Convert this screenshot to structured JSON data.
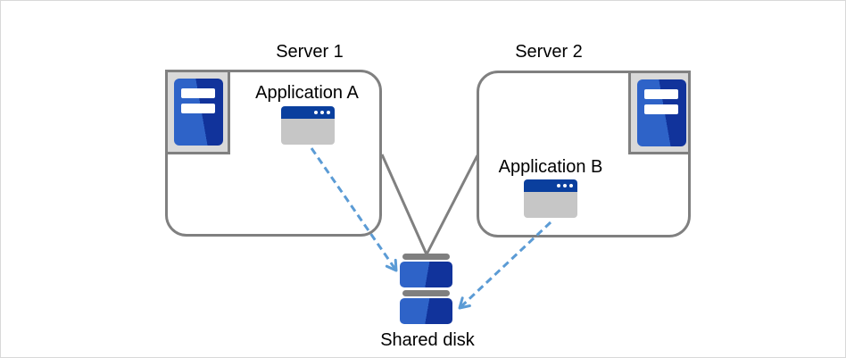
{
  "nodes": {
    "server1": {
      "label": "Server 1"
    },
    "server2": {
      "label": "Server 2"
    },
    "app_a": {
      "label": "Application A"
    },
    "app_b": {
      "label": "Application B"
    },
    "shared_disk": {
      "label": "Shared disk"
    }
  },
  "edges": [
    {
      "from": "server1",
      "to": "shared_disk",
      "style": "solid-gray-line"
    },
    {
      "from": "server2",
      "to": "shared_disk",
      "style": "solid-gray-line"
    },
    {
      "from": "app_a",
      "to": "shared_disk",
      "style": "dashed-blue-arrow"
    },
    {
      "from": "app_b",
      "to": "shared_disk",
      "style": "dashed-blue-arrow"
    }
  ],
  "icons": {
    "server1": "server-tower-icon",
    "server2": "server-tower-icon",
    "app_a": "app-window-icon",
    "app_b": "app-window-icon",
    "shared_disk": "disk-stack-icon"
  },
  "colors": {
    "canvas_border": "#d9d9d9",
    "box_border": "#808080",
    "connector_gray": "#808080",
    "arrow_blue": "#5b9bd5",
    "server_container_bg": "#d9d9d9",
    "icon_blue_light": "#2e63c8",
    "icon_blue_dark": "#11339b",
    "titlebar_blue": "#0a3f9e",
    "app_body_gray": "#c6c6c6",
    "disk_bar_gray": "#7f7f7f",
    "text_color": "#000000"
  }
}
